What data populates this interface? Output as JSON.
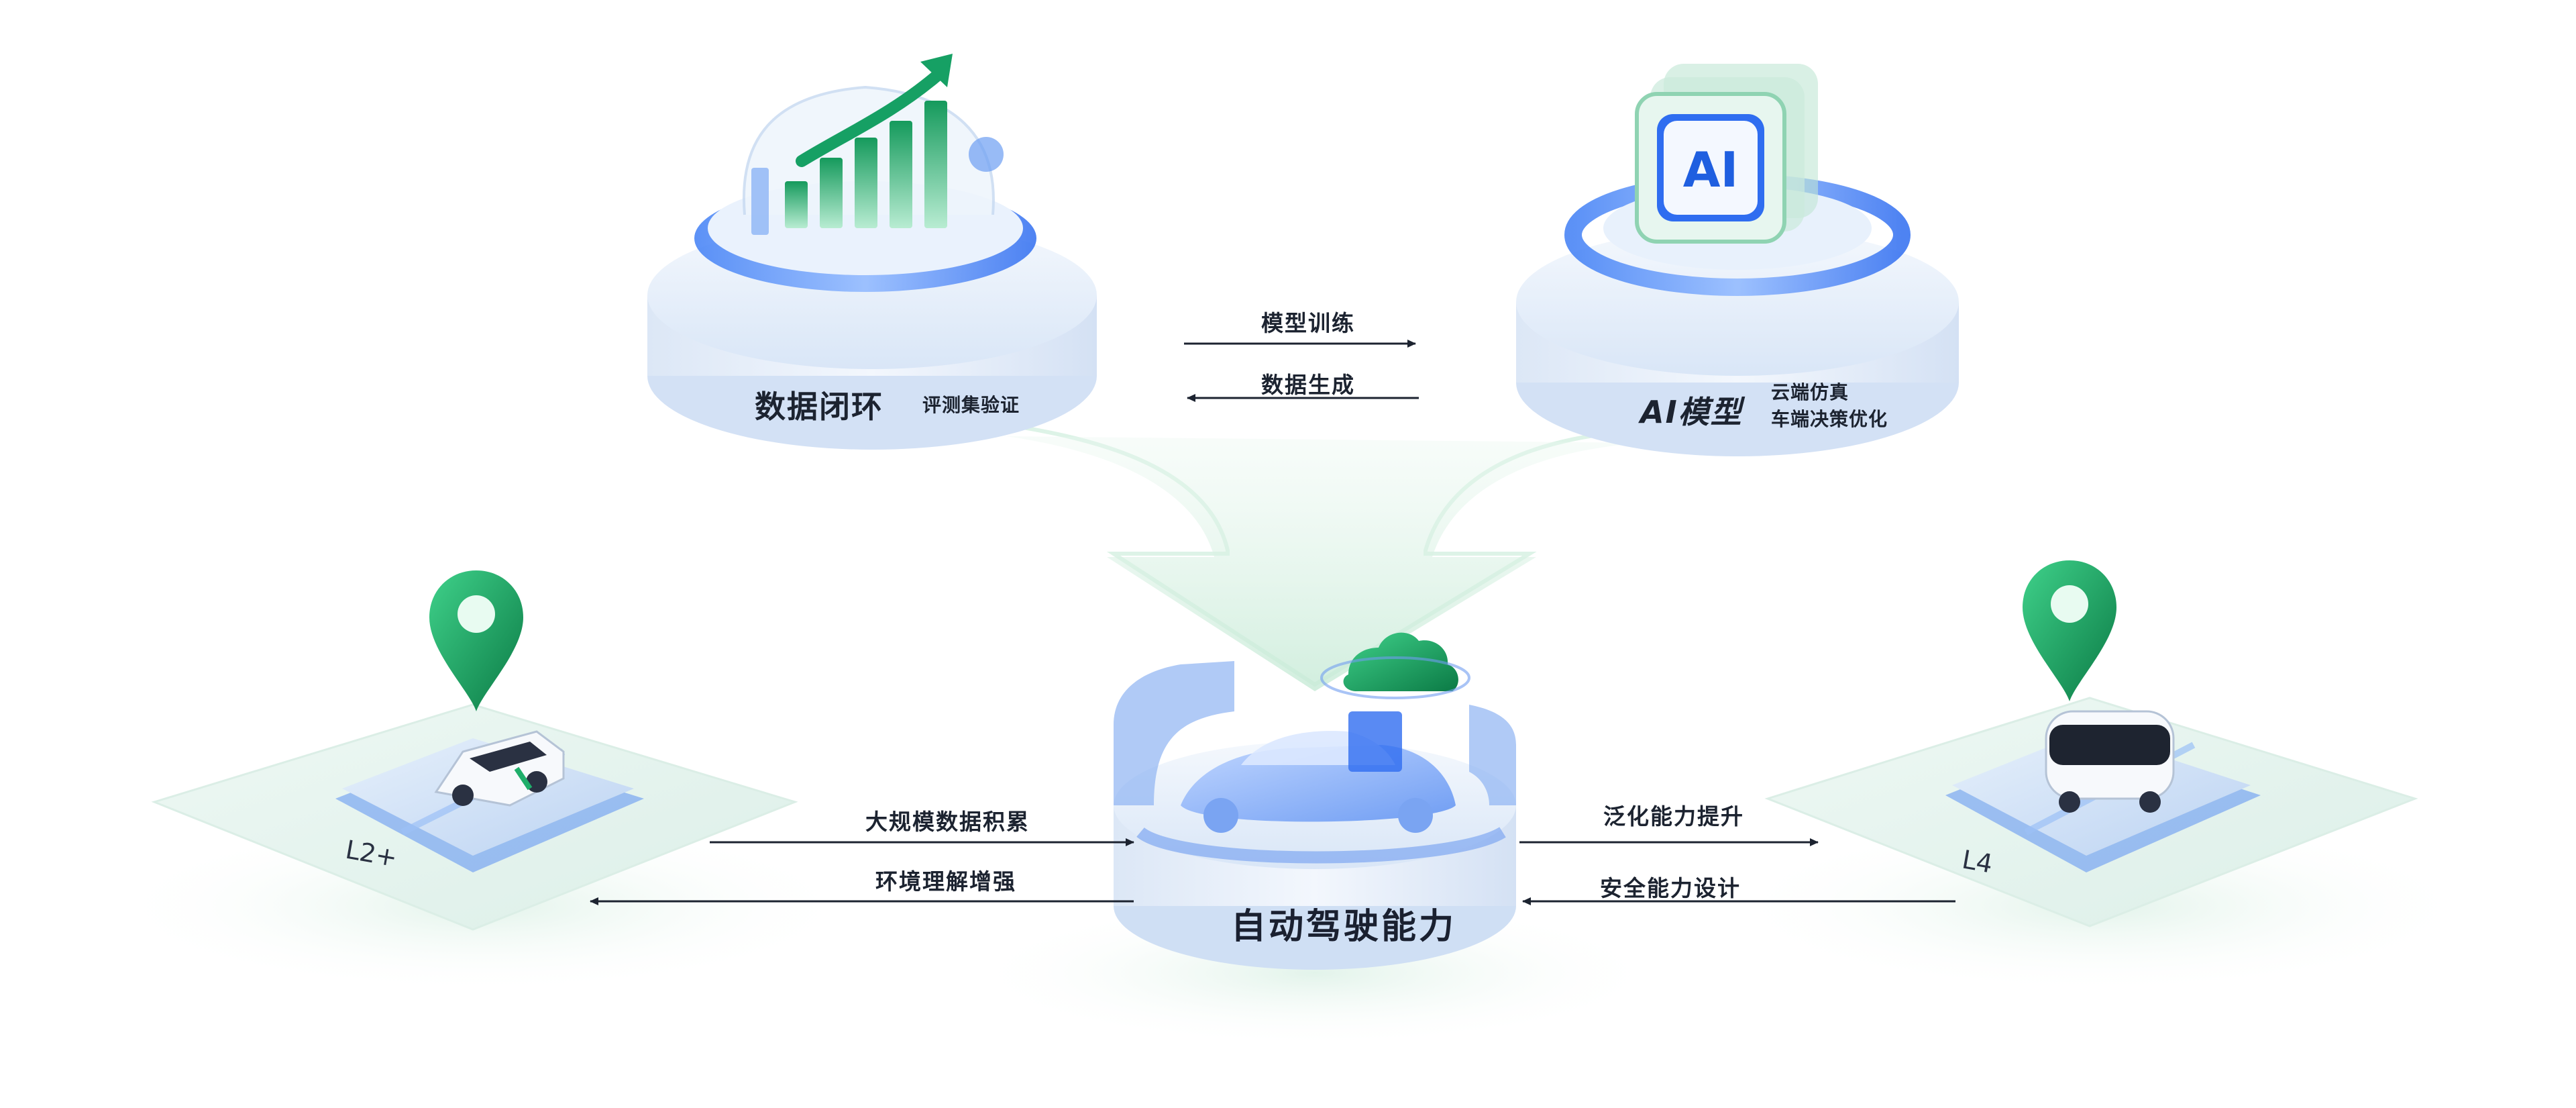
{
  "nodes": {
    "data_loop": {
      "title": "数据闭环",
      "subtitle": "评测集验证",
      "icon": "bar-chart-growth-icon"
    },
    "ai_model": {
      "title": "AI模型",
      "subtitle_lines": [
        "云端仿真",
        "车端决策优化"
      ],
      "badge": "AI",
      "icon": "ai-chip-icon"
    },
    "autonomous_driving": {
      "title": "自动驾驶能力",
      "icon": "car-cloud-icon"
    },
    "l2_plus": {
      "label": "L2+",
      "icon": "sedan-location-pin-icon"
    },
    "l4": {
      "label": "L4",
      "icon": "robotaxi-location-pin-icon"
    }
  },
  "edges": {
    "model_training": "模型训练",
    "data_generation": "数据生成",
    "large_scale_data": "大规模数据积累",
    "env_understanding": "环境理解增强",
    "generalization": "泛化能力提升",
    "safety_design": "安全能力设计"
  },
  "colors": {
    "accent_blue": "#2f6df0",
    "accent_green": "#1fae6a",
    "glass_light": "#e9f1fb",
    "text": "#1c2330"
  }
}
